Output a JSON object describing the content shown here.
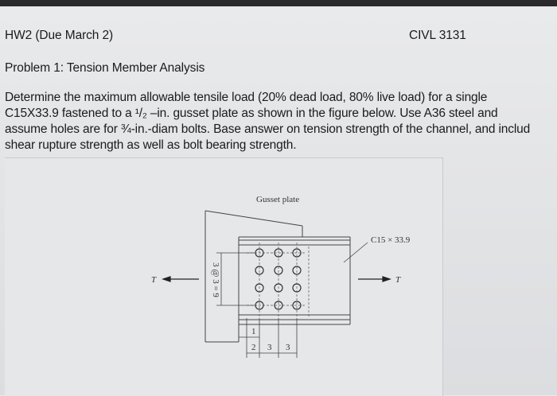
{
  "header": {
    "left": "HW2 (Due March 2)",
    "right": "CIVL 3131"
  },
  "problem_title": "Problem 1: Tension Member Analysis",
  "paragraph": {
    "line1": "Determine the maximum allowable tensile load (20% dead load, 80% live load) for a single",
    "line2": "C15X33.9 fastened to a ¹/₂ –in. gusset plate as shown in the figure below. Use A36 steel and",
    "line3": "assume holes are for ¾-in.-diam bolts. Base answer on tension strength of the channel, and includ",
    "line4": "shear rupture strength as well as bolt bearing strength."
  },
  "figure": {
    "gusset_label": "Gusset plate",
    "channel_label": "C15 × 33.9",
    "left_force": "T",
    "right_force": "T",
    "vertical_dim": "3 @ 3 = 9",
    "dim_1": "1",
    "dim_2": "2",
    "dim_3a": "3",
    "dim_3b": "3"
  }
}
